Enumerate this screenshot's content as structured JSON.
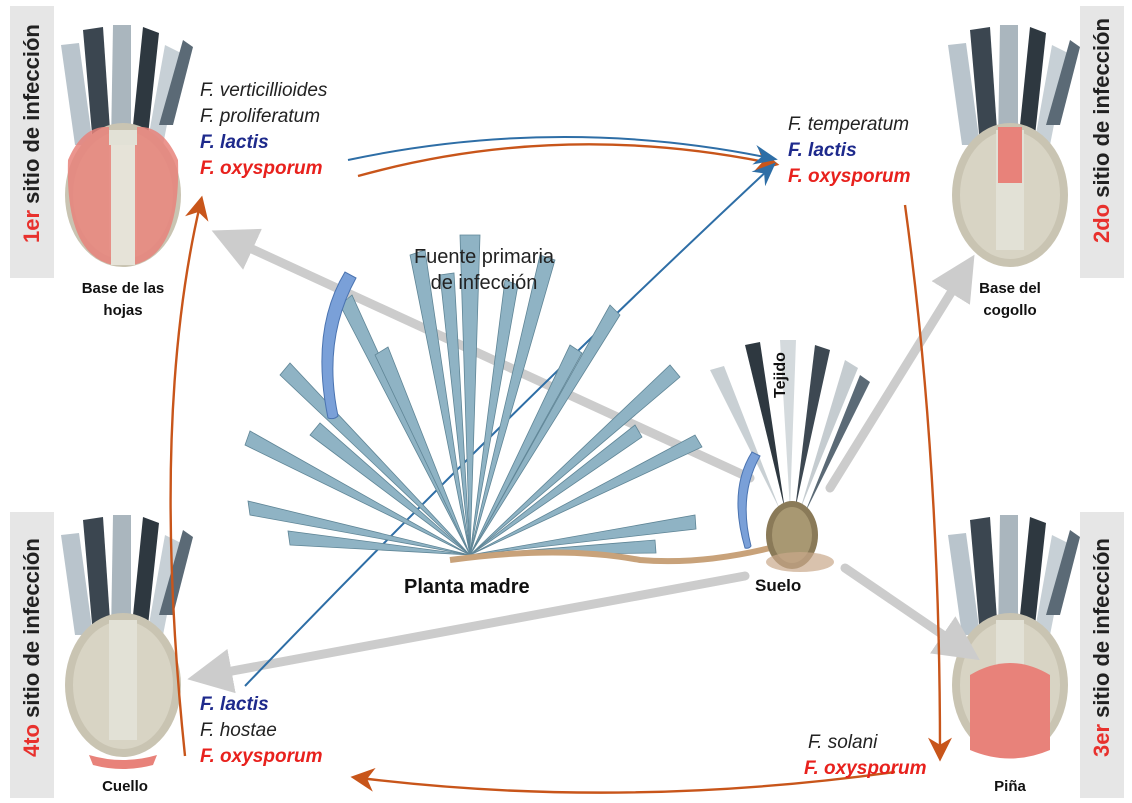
{
  "sites": {
    "s1": {
      "number": "1er",
      "rest": " sitio de infección",
      "caption_line1": "Base de las",
      "caption_line2": "hojas"
    },
    "s2": {
      "number": "2do",
      "rest": " sitio de infección",
      "caption_line1": "Base del",
      "caption_line2": "cogollo"
    },
    "s3": {
      "number": "3er",
      "rest": " sitio de infección",
      "caption_line1": "Piña",
      "caption_line2": ""
    },
    "s4": {
      "number": "4to",
      "rest": " sitio de infección",
      "caption_line1": "Cuello",
      "caption_line2": ""
    }
  },
  "species": {
    "site1": {
      "a": "F. verticillioides",
      "b": "F. proliferatum",
      "c": "F. lactis",
      "d": "F. oxysporum"
    },
    "site2": {
      "a": "F. temperatum",
      "b": "F. lactis",
      "c": "F. oxysporum"
    },
    "site3": {
      "a": "F. solani",
      "b": "F. oxysporum"
    },
    "site4": {
      "a": "F. lactis",
      "b": "F. hostae",
      "c": "F. oxysporum"
    }
  },
  "center": {
    "source_line1": "Fuente primaria",
    "source_line2": "de infección",
    "mother_plant": "Planta madre",
    "soil": "Suelo",
    "tissue": "Tejido"
  },
  "colors": {
    "highlight_red": "#e8312d",
    "fusarium_blue": "#1e2a8c",
    "cycle_arrow_orange": "#c8551a",
    "spread_arrow_gray": "#cccccc",
    "lactis_arrow_blue": "#2e6ea6",
    "agave_blue": "#8fb3c4",
    "spore_blue": "#7aa0d8"
  }
}
